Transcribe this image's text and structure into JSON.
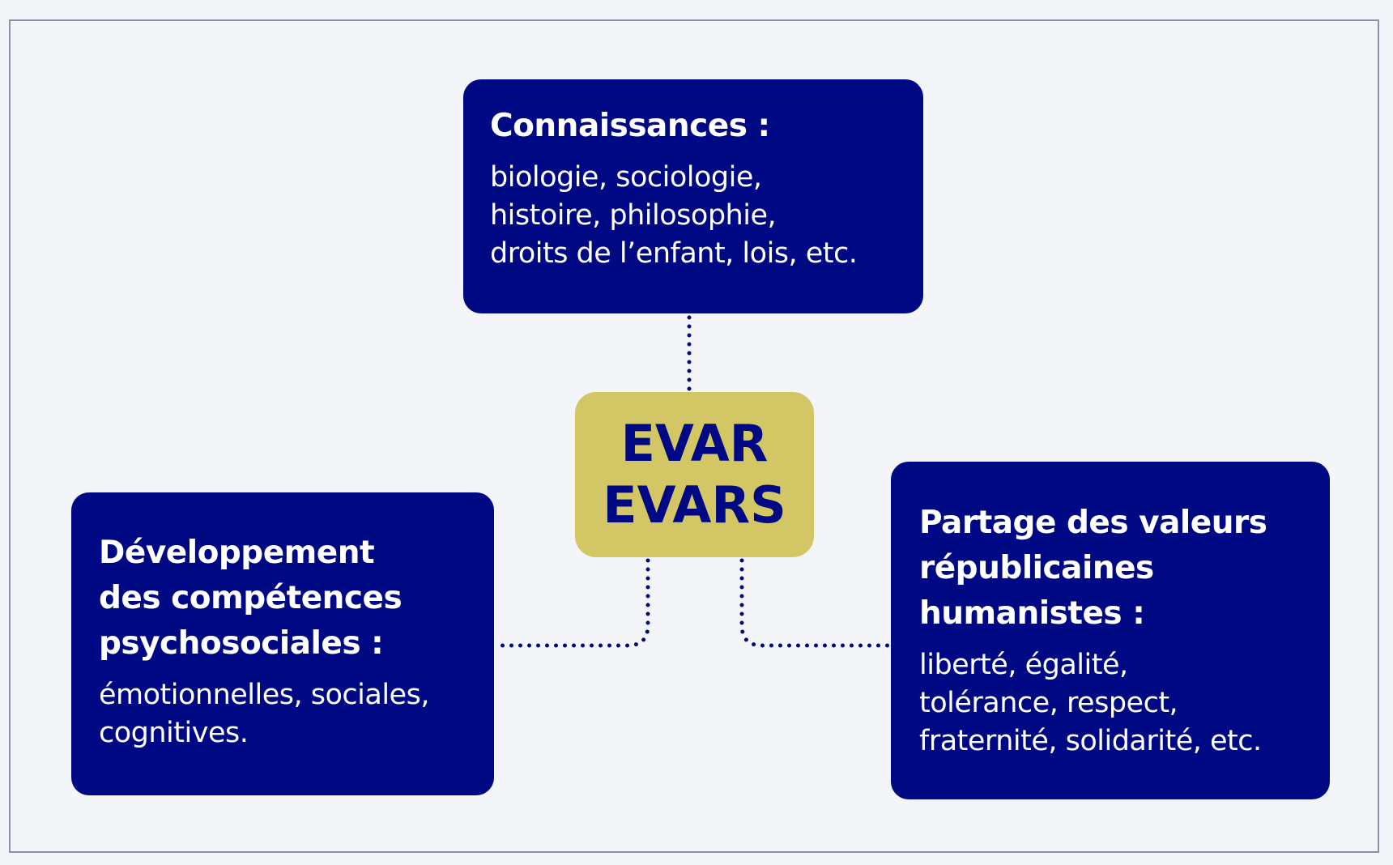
{
  "center": {
    "line1": "EVAR",
    "line2": "EVARS"
  },
  "knowledge": {
    "title": "Connaissances :",
    "lines": [
      "biologie, sociologie,",
      "histoire, philosophie,",
      "droits de l’enfant, lois, etc."
    ]
  },
  "skills": {
    "title_lines": [
      "Développement",
      "des compétences",
      "psychosociales :"
    ],
    "lines": [
      "émotionnelles, sociales,",
      "cognitives."
    ]
  },
  "values": {
    "title_lines": [
      "Partage des valeurs",
      "républicaines",
      "humanistes :"
    ],
    "lines": [
      "liberté, égalité,",
      "tolérance, respect,",
      "fraternité, solidarité, etc."
    ]
  },
  "colors": {
    "navy": "#000984",
    "gold": "#d3c665",
    "background": "#f4f5f9"
  }
}
